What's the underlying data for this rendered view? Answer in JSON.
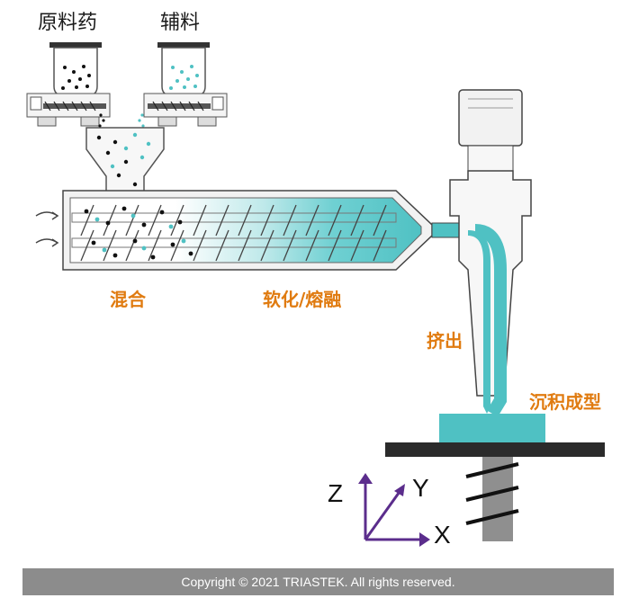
{
  "labels": {
    "api": "原料药",
    "excipient": "辅料",
    "mixing": "混合",
    "softening": "软化/熔融",
    "extrusion": "挤出",
    "deposition": "沉积成型"
  },
  "axes": {
    "z": "Z",
    "y": "Y",
    "x": "X"
  },
  "footer": {
    "copyright": "Copyright © 2021 TRIASTEK. All rights reserved."
  },
  "colors": {
    "teal": "#4fc1c3",
    "orange": "#e07b10",
    "axis_purple": "#5b2d8c",
    "dark": "#2b2b2b"
  }
}
